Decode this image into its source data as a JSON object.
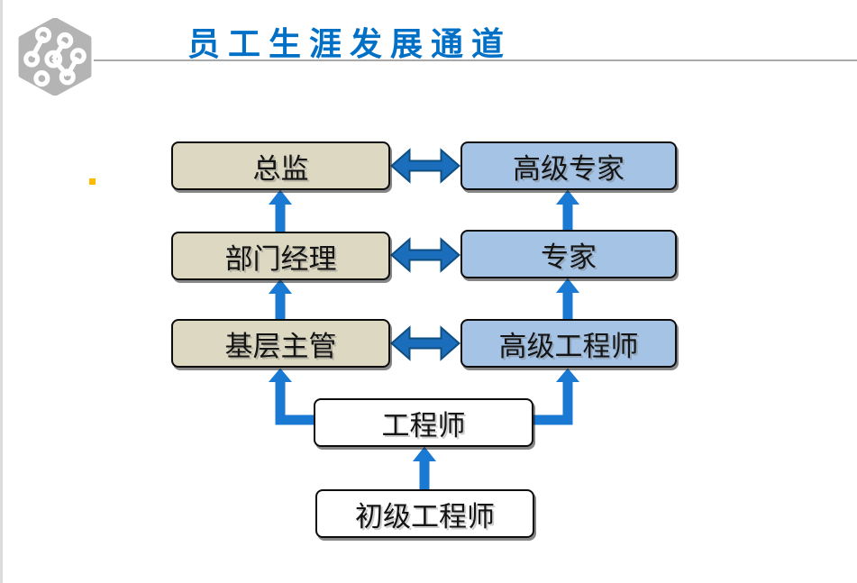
{
  "header": {
    "title": "员工生涯发展通道",
    "logo": "network-molecule-logo",
    "title_color": "#0070C6",
    "underline_color": "#A9A9A9"
  },
  "diagram": {
    "boxes": [
      {
        "label": "总监",
        "track": "management"
      },
      {
        "label": "高级专家",
        "track": "professional"
      },
      {
        "label": "部门经理",
        "track": "management"
      },
      {
        "label": "专家",
        "track": "professional"
      },
      {
        "label": "基层主管",
        "track": "management"
      },
      {
        "label": "高级工程师",
        "track": "professional"
      },
      {
        "label": "工程师",
        "track": "entry"
      },
      {
        "label": "初级工程师",
        "track": "entry"
      }
    ],
    "relations": {
      "upward_paths": [
        "初级工程师→工程师",
        "工程师→基层主管",
        "工程师→高级工程师",
        "基层主管→部门经理",
        "部门经理→总监",
        "高级工程师→专家",
        "专家→高级专家"
      ],
      "lateral_paths": [
        "总监↔高级专家",
        "部门经理↔专家",
        "基层主管↔高级工程师"
      ]
    },
    "colors": {
      "management_fill": "#DCD8C2",
      "professional_fill": "#A5C3E5",
      "entry_fill": "#FFFFFF",
      "box_border": "#0D0D0D",
      "up_arrow": "#1A79D2",
      "double_arrow_fill": "#1B6EBC",
      "double_arrow_outline": "#0F4E80",
      "bullet": "#FFB900",
      "logo_gray": "#B4B4B4"
    }
  }
}
